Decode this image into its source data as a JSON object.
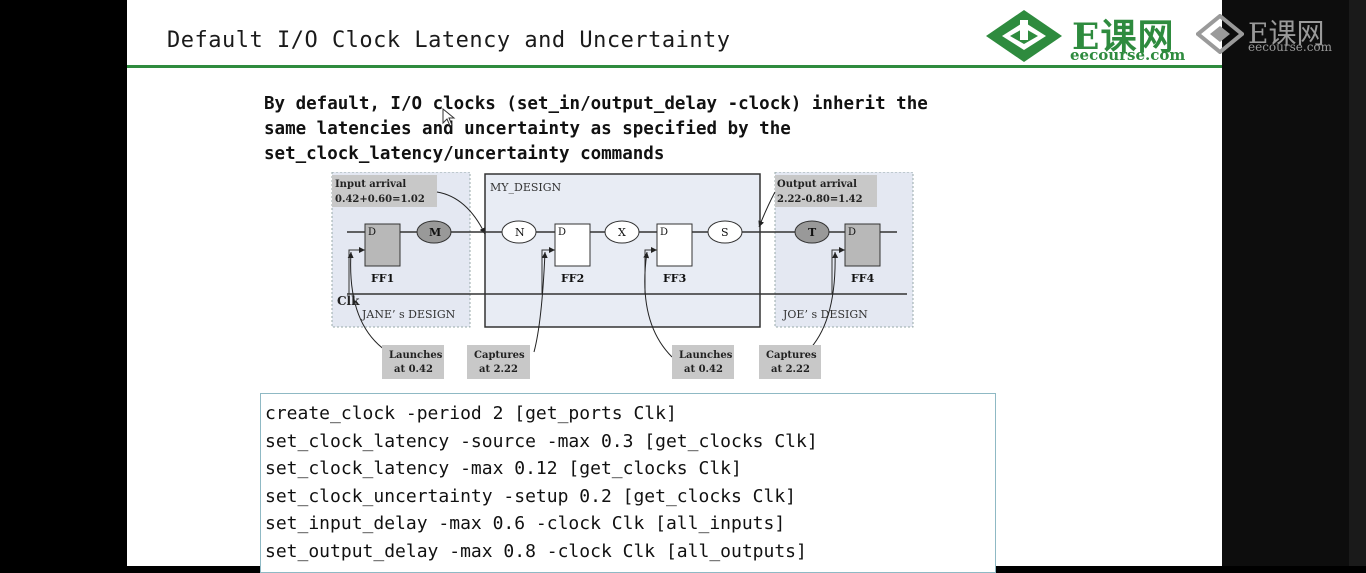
{
  "slide": {
    "title": "Default I/O Clock Latency and Uncertainty",
    "intro_lines": [
      "By default, I/O clocks (set_in/output_delay -clock) inherit the",
      "same latencies and uncertainty as specified by the",
      "set_clock_latency/uncertainty commands"
    ]
  },
  "logo": {
    "text": "E课网",
    "url": "eecourse.com"
  },
  "watermark": {
    "text": "E课网",
    "url": "eecourse.com"
  },
  "diagram": {
    "input_arrival_label": "Input arrival",
    "input_arrival_value": "0.42+0.60=1.02",
    "output_arrival_label": "Output arrival",
    "output_arrival_value": "2.22-0.80=1.42",
    "my_design": "MY_DESIGN",
    "janes_design": "JANE’ s DESIGN",
    "joes_design": "JOE’ s DESIGN",
    "clk": "Clk",
    "ff1": "FF1",
    "ff2": "FF2",
    "ff3": "FF3",
    "ff4": "FF4",
    "ff_d": "D",
    "node_m": "M",
    "node_n": "N",
    "node_x": "X",
    "node_s": "S",
    "node_t": "T",
    "callouts": [
      {
        "line1": "Launches",
        "line2": "at 0.42"
      },
      {
        "line1": "Captures",
        "line2": "at 2.22"
      },
      {
        "line1": "Launches",
        "line2": "at 0.42"
      },
      {
        "line1": "Captures",
        "line2": "at 2.22"
      }
    ]
  },
  "code_lines": [
    "create_clock -period 2 [get_ports Clk]",
    "set_clock_latency -source -max 0.3 [get_clocks Clk]",
    "set_clock_latency -max 0.12 [get_clocks Clk]",
    "set_clock_uncertainty -setup 0.2 [get_clocks Clk]",
    "set_input_delay -max 0.6 -clock Clk [all_inputs]",
    "set_output_delay -max 0.8 -clock Clk [all_outputs]"
  ],
  "colors": {
    "accent": "#2e8b3e",
    "code_border": "#8fb9c4",
    "design_fill": "#e8ecf4"
  }
}
